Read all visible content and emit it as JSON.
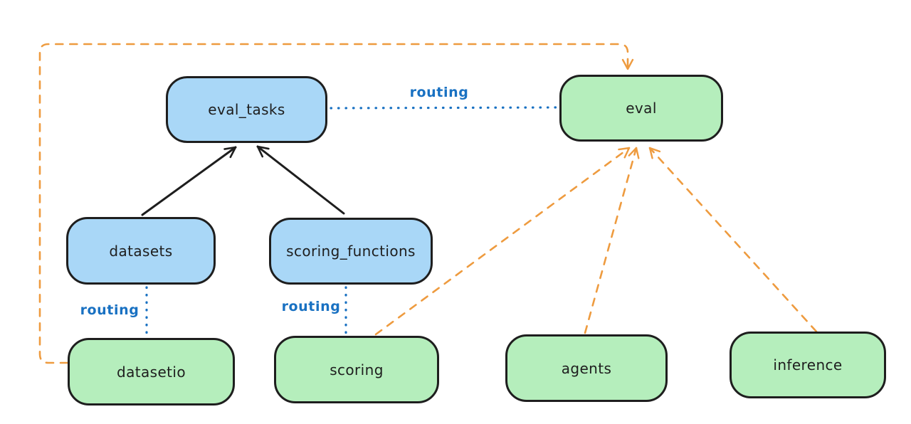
{
  "diagram": {
    "type": "graph",
    "background": "#ffffff",
    "colors": {
      "api_node_fill": "#a9d7f7",
      "provider_node_fill": "#b5eebc",
      "node_stroke": "#1e1e1e",
      "routing_blue": "#1971c2",
      "provider_dashed_orange": "#ee9b3f",
      "solid_arrow_black": "#1e1e1e"
    },
    "nodes": [
      {
        "id": "eval_tasks",
        "label": "eval_tasks",
        "kind": "blue"
      },
      {
        "id": "eval",
        "label": "eval",
        "kind": "green"
      },
      {
        "id": "datasets",
        "label": "datasets",
        "kind": "blue"
      },
      {
        "id": "scoring_functions",
        "label": "scoring_functions",
        "kind": "blue"
      },
      {
        "id": "datasetio",
        "label": "datasetio",
        "kind": "green"
      },
      {
        "id": "scoring",
        "label": "scoring",
        "kind": "green"
      },
      {
        "id": "agents",
        "label": "agents",
        "kind": "green"
      },
      {
        "id": "inference",
        "label": "inference",
        "kind": "green"
      }
    ],
    "edges": [
      {
        "from": "datasets",
        "to": "eval_tasks",
        "style": "solid",
        "arrow": true,
        "color": "black"
      },
      {
        "from": "scoring_functions",
        "to": "eval_tasks",
        "style": "solid",
        "arrow": true,
        "color": "black"
      },
      {
        "from": "eval_tasks",
        "to": "eval",
        "style": "dotted",
        "arrow": false,
        "color": "blue",
        "label": "routing"
      },
      {
        "from": "datasets",
        "to": "datasetio",
        "style": "dotted",
        "arrow": false,
        "color": "blue",
        "label": "routing"
      },
      {
        "from": "scoring_functions",
        "to": "scoring",
        "style": "dotted",
        "arrow": false,
        "color": "blue",
        "label": "routing"
      },
      {
        "from": "datasetio",
        "to": "eval",
        "style": "dashed",
        "arrow": true,
        "color": "orange"
      },
      {
        "from": "scoring",
        "to": "eval",
        "style": "dashed",
        "arrow": true,
        "color": "orange"
      },
      {
        "from": "agents",
        "to": "eval",
        "style": "dashed",
        "arrow": true,
        "color": "orange"
      },
      {
        "from": "inference",
        "to": "eval",
        "style": "dashed",
        "arrow": true,
        "color": "orange"
      }
    ]
  }
}
